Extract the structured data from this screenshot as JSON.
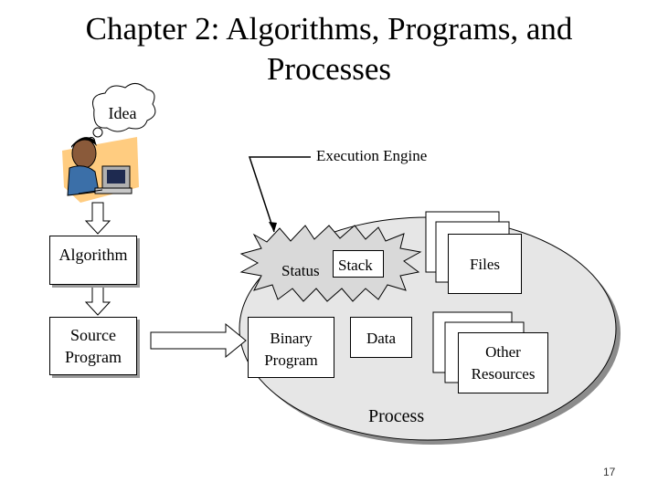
{
  "title": "Chapter 2: Algorithms, Programs, and Processes",
  "cloud_label": "Idea",
  "engine_label": "Execution Engine",
  "algorithm_label": "Algorithm",
  "source_program_label": "Source Program",
  "status_label": "Status",
  "stack_label": "Stack",
  "binary_program_label": "Binary Program",
  "data_label": "Data",
  "files_label": "Files",
  "other_resources_label": "Other Resources",
  "process_label": "Process",
  "page_number": "17",
  "icons": [
    "person-at-computer-icon",
    "thought-cloud-icon",
    "down-arrow-icon",
    "right-arrow-icon"
  ]
}
